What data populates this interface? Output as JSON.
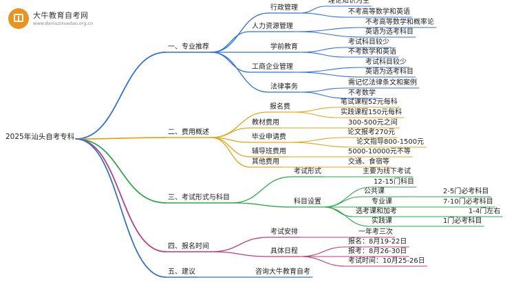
{
  "logo": {
    "name": "大牛教育自考网",
    "url": "www.daniuzixuedao.org.cn"
  },
  "mindmap": {
    "root": "2025年汕头自考专科",
    "branches": [
      {
        "label": "一、专业推荐",
        "color": "#2b6ef0",
        "children": [
          {
            "label": "行政管理",
            "children": [
              {
                "label": "理论知识为主"
              },
              {
                "label": "不考高等数学和英语"
              }
            ]
          },
          {
            "label": "人力资源管理",
            "children": [
              {
                "label": "不考高等数学和概率论"
              },
              {
                "label": "英语为选考科目"
              }
            ]
          },
          {
            "label": "学前教育",
            "children": [
              {
                "label": "考试科目较少"
              },
              {
                "label": "不考数学和英语"
              }
            ]
          },
          {
            "label": "工商企业管理",
            "children": [
              {
                "label": "考试科目较少"
              },
              {
                "label": "英语为选考科目"
              }
            ]
          },
          {
            "label": "法律事务",
            "children": [
              {
                "label": "需记忆法律条文和案例"
              },
              {
                "label": "不考数学"
              }
            ]
          }
        ]
      },
      {
        "label": "二、费用概述",
        "color": "#e8a317",
        "children": [
          {
            "label": "报名费",
            "children": [
              {
                "label": "笔试课程52元每科"
              },
              {
                "label": "实践课程150元每科"
              }
            ]
          },
          {
            "label": "教材费用",
            "children": [
              {
                "label": "300-500元之间"
              }
            ]
          },
          {
            "label": "毕业申请费",
            "children": [
              {
                "label": "论文报考270元"
              },
              {
                "label": "论文指导800-1500元"
              }
            ]
          },
          {
            "label": "辅导班费用",
            "children": [
              {
                "label": "5000-10000元不等"
              }
            ]
          },
          {
            "label": "其他费用",
            "children": [
              {
                "label": "交通、食宿等"
              }
            ]
          }
        ]
      },
      {
        "label": "三、考试形式与科目",
        "color": "#2aa84a",
        "children": [
          {
            "label": "考试形式",
            "children": [
              {
                "label": "主要为线下考试"
              }
            ]
          },
          {
            "label": "科目设置",
            "children": [
              {
                "label": "12-15门科目"
              },
              {
                "label": "公共课",
                "children": [
                  {
                    "label": "2-5门必考科目"
                  }
                ]
              },
              {
                "label": "专业课",
                "children": [
                  {
                    "label": "7-10门必考科目"
                  }
                ]
              },
              {
                "label": "选考课和加考",
                "children": [
                  {
                    "label": "1-4门左右"
                  }
                ]
              },
              {
                "label": "实践课",
                "children": [
                  {
                    "label": "1门必考科目"
                  }
                ]
              }
            ]
          }
        ]
      },
      {
        "label": "四、报名时间",
        "color": "#c23a7e",
        "children": [
          {
            "label": "考试安排",
            "children": [
              {
                "label": "一年考三次"
              }
            ]
          },
          {
            "label": "具体日程",
            "children": [
              {
                "label": "报名：8月19-22日"
              },
              {
                "label": "报考：8月26-30日"
              },
              {
                "label": "考试时间：10月25-26日"
              }
            ]
          }
        ]
      },
      {
        "label": "五、建议",
        "color": "#2e73c9",
        "children": [
          {
            "label": "咨询大牛教育自考"
          }
        ]
      }
    ]
  }
}
